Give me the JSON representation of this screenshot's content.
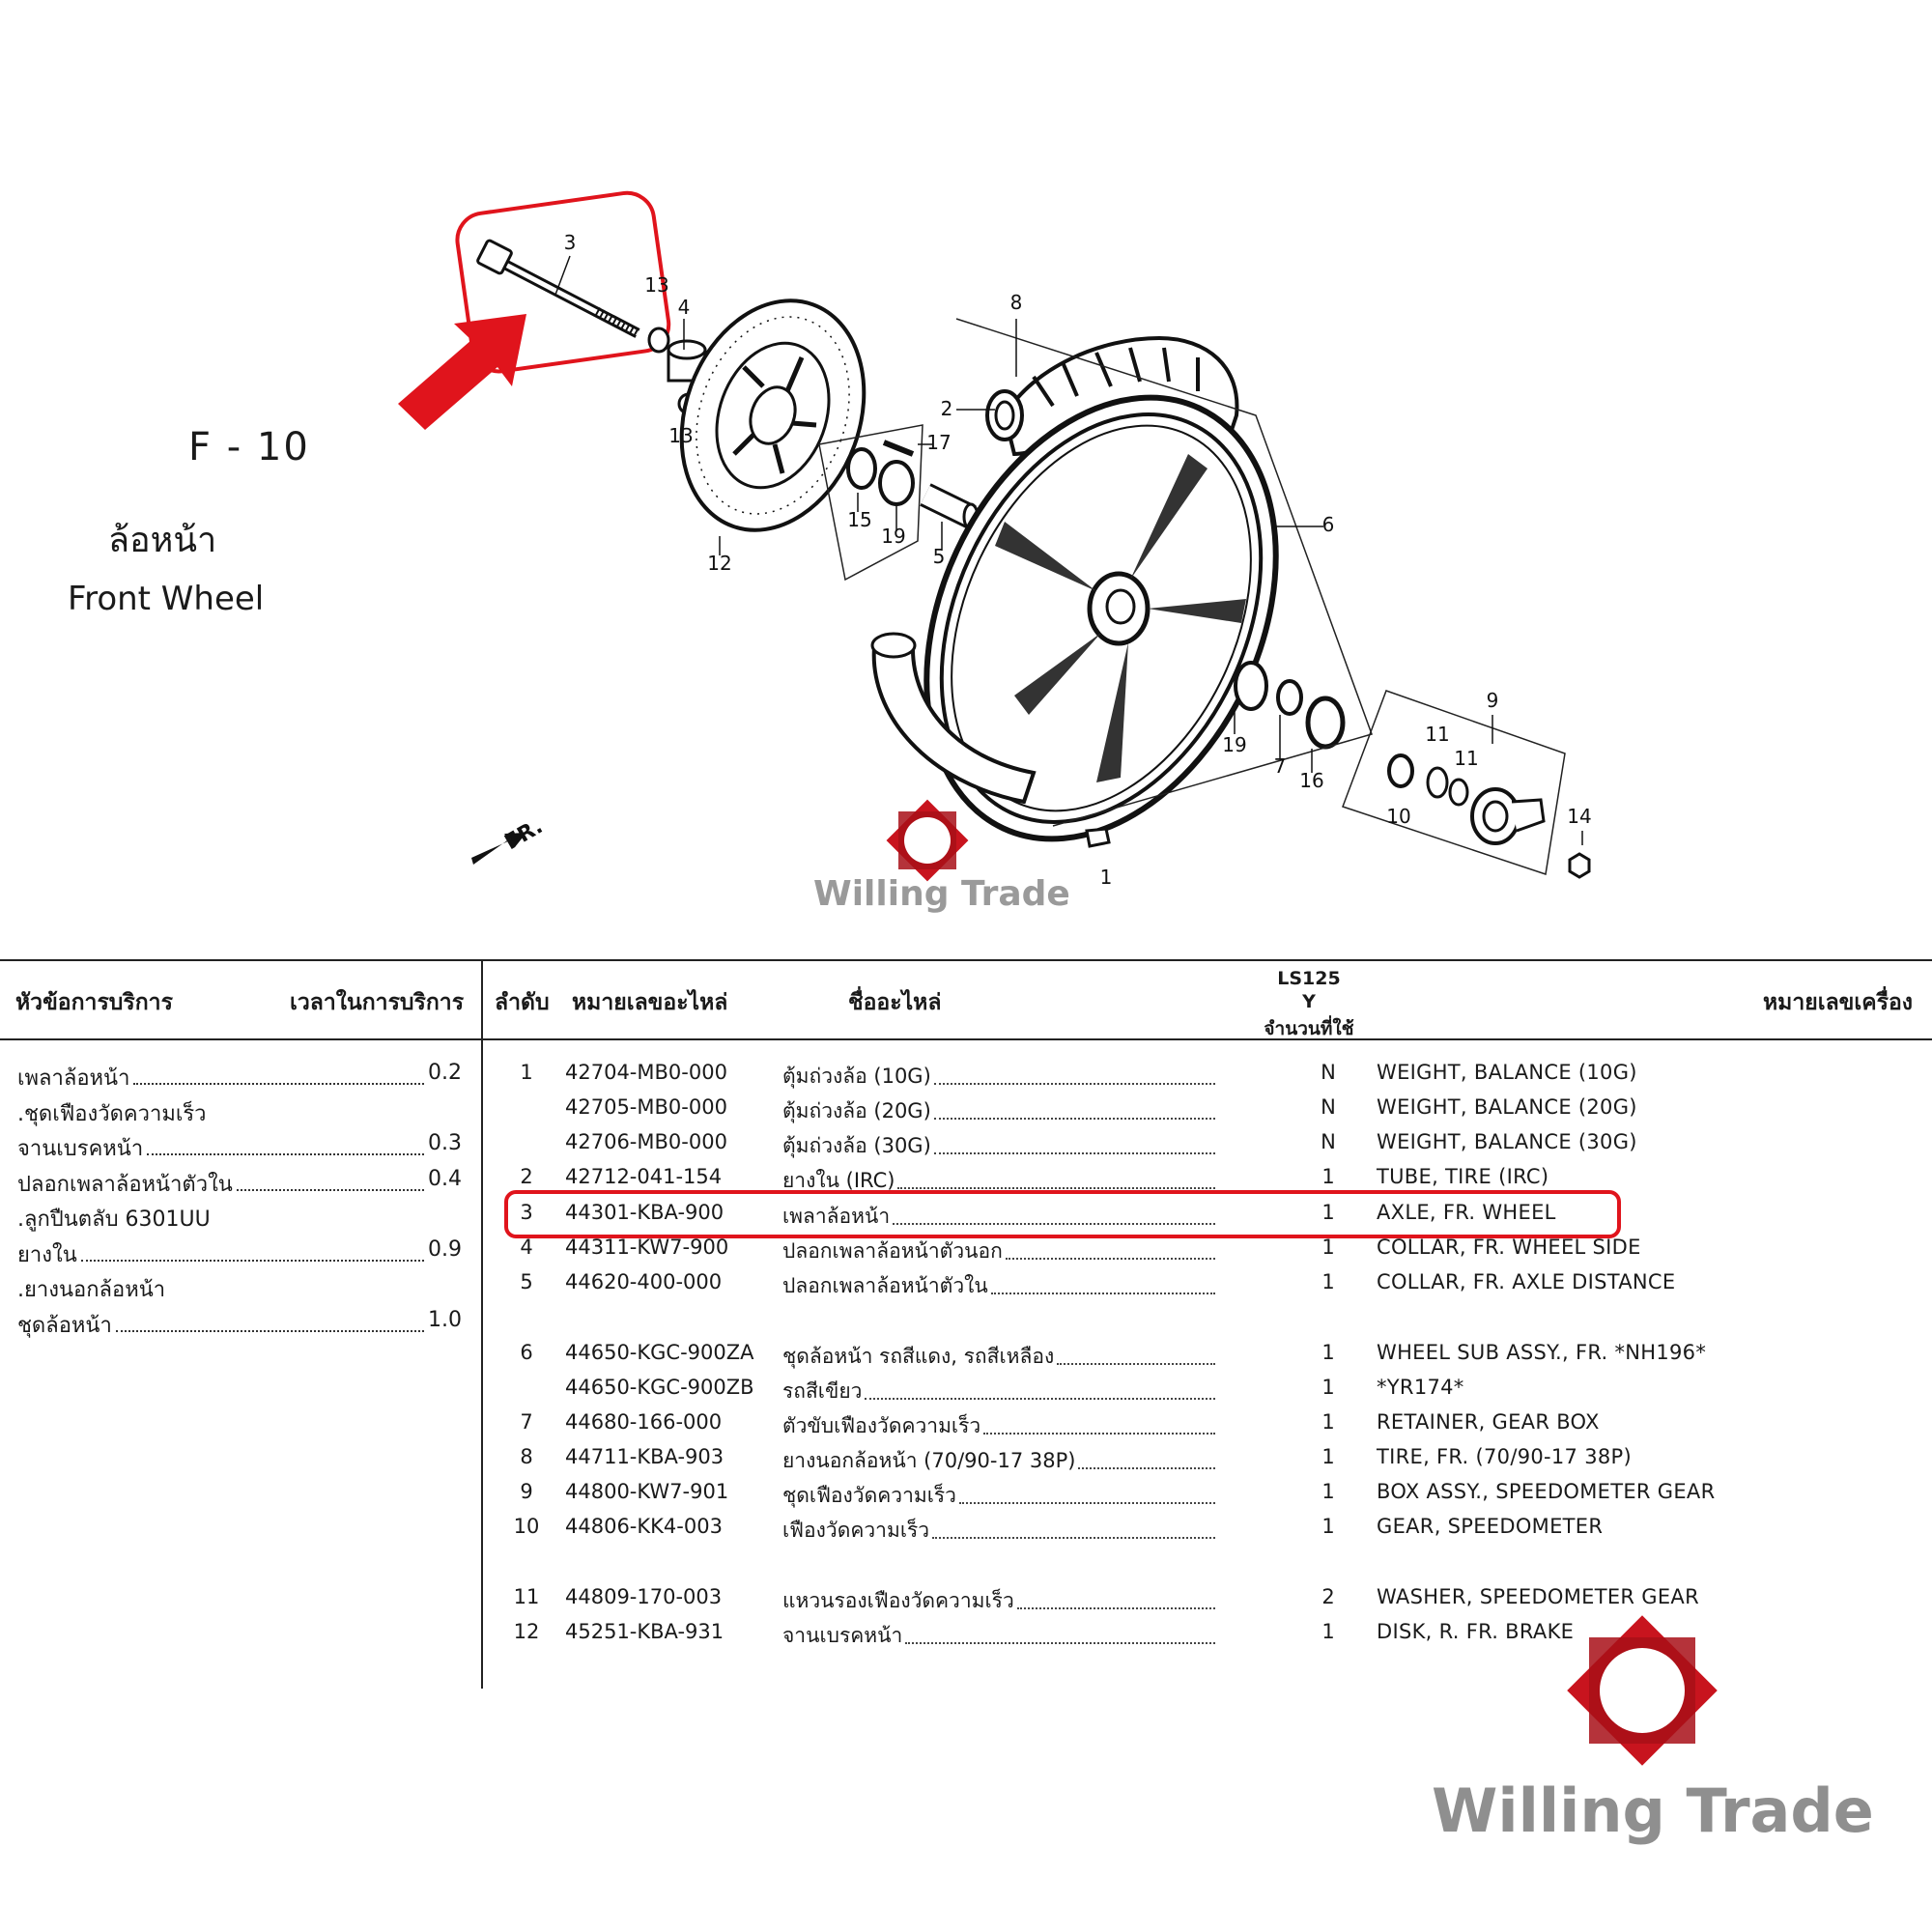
{
  "figure": {
    "code": "F - 10",
    "title_th": "ล้อหน้า",
    "title_en": "Front Wheel",
    "front_label": "FR.",
    "callouts": [
      "3",
      "13",
      "4",
      "8",
      "2",
      "17",
      "13",
      "15",
      "19",
      "5",
      "12",
      "6",
      "9",
      "11",
      "11",
      "19",
      "7",
      "16",
      "10",
      "14",
      "1"
    ]
  },
  "table": {
    "headers": {
      "service_topic": "หัวข้อการบริการ",
      "service_time": "เวลาในการบริการ",
      "item_no": "ลำดับ",
      "part_no": "หมายเลขอะไหล่",
      "part_name": "ชื่ออะไหล่",
      "model": "LS125",
      "model_year": "Y",
      "qty_used": "จำนวนที่ใช้",
      "engine_no": "หมายเลขเครื่อง"
    },
    "service_items": [
      {
        "name": "เพลาล้อหน้า",
        "time": "0.2"
      },
      {
        "name": ".ชุดเฟืองวัดความเร็ว",
        "time": ""
      },
      {
        "name": "จานเบรคหน้า",
        "time": "0.3"
      },
      {
        "name": "ปลอกเพลาล้อหน้าตัวใน",
        "time": "0.4"
      },
      {
        "name": ".ลูกปืนตลับ 6301UU",
        "time": ""
      },
      {
        "name": "ยางใน",
        "time": "0.9"
      },
      {
        "name": ".ยางนอกล้อหน้า",
        "time": ""
      },
      {
        "name": "ชุดล้อหน้า",
        "time": "1.0"
      }
    ],
    "parts": [
      {
        "no": "1",
        "part": "42704-MB0-000",
        "th": "ตุ้มถ่วงล้อ (10G)",
        "qty": "N",
        "en": "WEIGHT, BALANCE (10G)"
      },
      {
        "no": "",
        "part": "42705-MB0-000",
        "th": "ตุ้มถ่วงล้อ (20G)",
        "qty": "N",
        "en": "WEIGHT, BALANCE (20G)"
      },
      {
        "no": "",
        "part": "42706-MB0-000",
        "th": "ตุ้มถ่วงล้อ (30G)",
        "qty": "N",
        "en": "WEIGHT, BALANCE (30G)"
      },
      {
        "no": "2",
        "part": "42712-041-154",
        "th": "ยางใน (IRC)",
        "qty": "1",
        "en": "TUBE, TIRE (IRC)"
      },
      {
        "no": "3",
        "part": "44301-KBA-900",
        "th": "เพลาล้อหน้า",
        "qty": "1",
        "en": "AXLE, FR. WHEEL"
      },
      {
        "no": "4",
        "part": "44311-KW7-900",
        "th": "ปลอกเพลาล้อหน้าตัวนอก",
        "qty": "1",
        "en": "COLLAR, FR. WHEEL SIDE"
      },
      {
        "no": "5",
        "part": "44620-400-000",
        "th": "ปลอกเพลาล้อหน้าตัวใน",
        "qty": "1",
        "en": "COLLAR, FR. AXLE DISTANCE"
      },
      {
        "no": "6",
        "part": "44650-KGC-900ZA",
        "th": "ชุดล้อหน้า รถสีแดง, รถสีเหลือง",
        "qty": "1",
        "en": "WHEEL SUB ASSY., FR. *NH196*"
      },
      {
        "no": "",
        "part": "44650-KGC-900ZB",
        "th": "รถสีเขียว",
        "qty": "1",
        "en": "*YR174*"
      },
      {
        "no": "7",
        "part": "44680-166-000",
        "th": "ตัวขับเฟืองวัดความเร็ว",
        "qty": "1",
        "en": "RETAINER, GEAR BOX"
      },
      {
        "no": "8",
        "part": "44711-KBA-903",
        "th": "ยางนอกล้อหน้า (70/90-17 38P)",
        "qty": "1",
        "en": "TIRE, FR. (70/90-17 38P)"
      },
      {
        "no": "9",
        "part": "44800-KW7-901",
        "th": "ชุดเฟืองวัดความเร็ว",
        "qty": "1",
        "en": "BOX ASSY., SPEEDOMETER GEAR"
      },
      {
        "no": "10",
        "part": "44806-KK4-003",
        "th": "เฟืองวัดความเร็ว",
        "qty": "1",
        "en": "GEAR, SPEEDOMETER"
      },
      {
        "no": "11",
        "part": "44809-170-003",
        "th": "แหวนรองเฟืองวัดความเร็ว",
        "qty": "2",
        "en": "WASHER, SPEEDOMETER GEAR"
      },
      {
        "no": "12",
        "part": "45251-KBA-931",
        "th": "จานเบรคหน้า",
        "qty": "1",
        "en": "DISK, R. FR. BRAKE"
      }
    ]
  },
  "watermark": {
    "text": "Willing Trade"
  },
  "colors": {
    "highlight": "#e0141c",
    "logo_red": "#c8141e",
    "watermark_gray": "#9a9a9a"
  }
}
